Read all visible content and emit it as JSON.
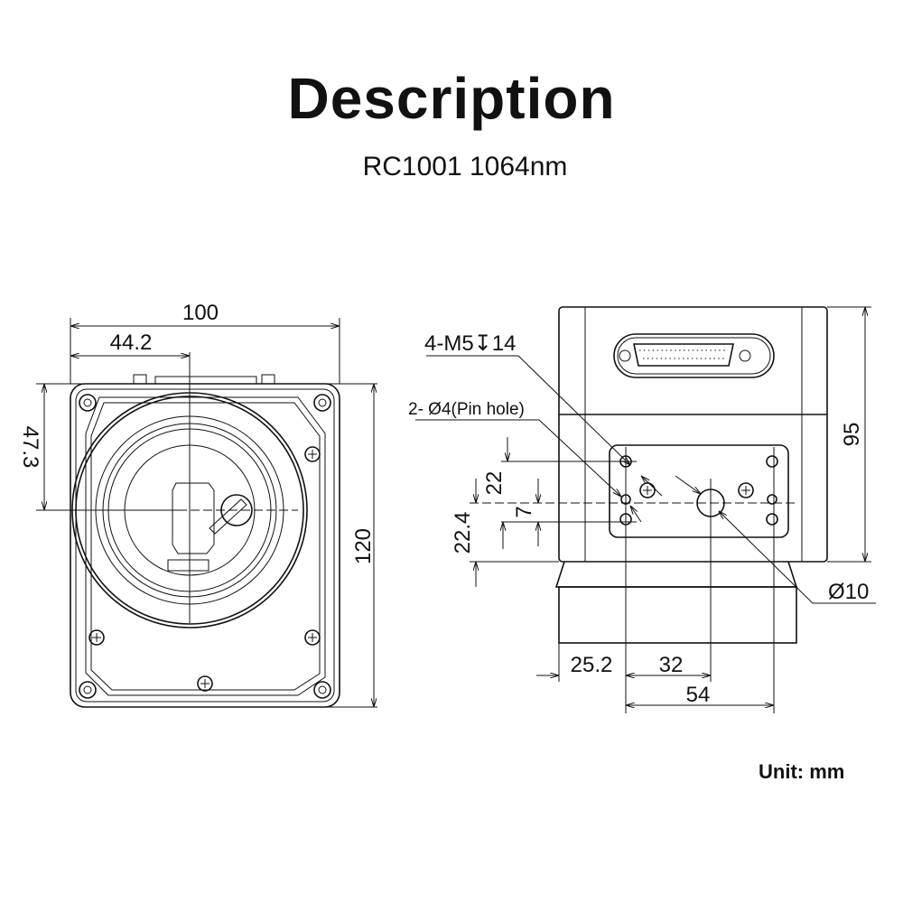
{
  "header": {
    "title": "Description",
    "subtitle": "RC1001 1064nm"
  },
  "front_view": {
    "dims": {
      "width": "100",
      "offset_x": "44.2",
      "offset_y": "47.3",
      "height": "120"
    }
  },
  "side_view": {
    "dims": {
      "height": "95",
      "d22": "22",
      "d7": "7",
      "d22_4": "22.4",
      "d25_2": "25.2",
      "d32": "32",
      "d54": "54"
    },
    "callouts": {
      "m5": "4-M5↧14",
      "pin": "2- Ø4(Pin hole)",
      "bore": "Ø10"
    }
  },
  "footer": {
    "unit": "Unit: mm"
  }
}
